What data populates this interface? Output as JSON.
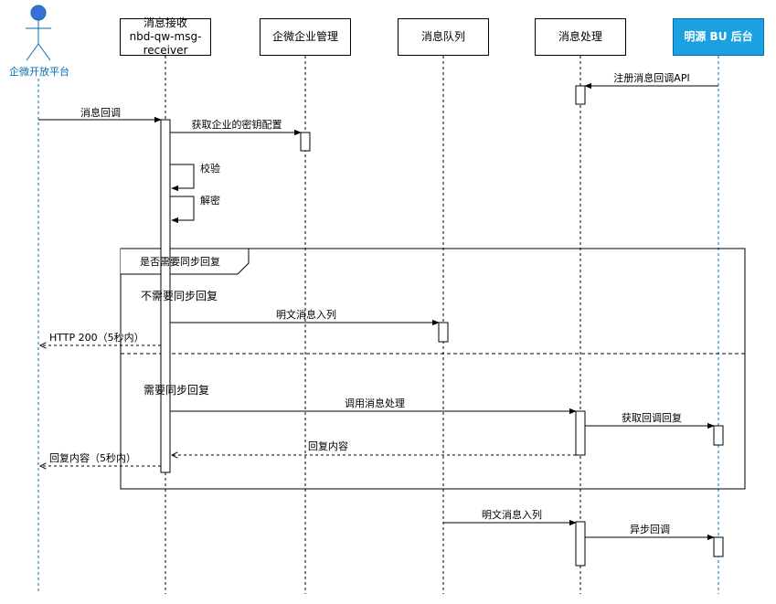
{
  "actor": {
    "label": "企微开放平台"
  },
  "participants": [
    {
      "id": "receiver",
      "lines": [
        "消息接收",
        "nbd-qw-msg-",
        "receiver"
      ]
    },
    {
      "id": "enterprise",
      "lines": [
        "企微企业管理"
      ]
    },
    {
      "id": "queue",
      "lines": [
        "消息队列"
      ]
    },
    {
      "id": "processor",
      "lines": [
        "消息处理"
      ]
    },
    {
      "id": "backend",
      "lines": [
        "明源 BU 后台"
      ]
    }
  ],
  "messages": {
    "register_callback": "注册消息回调API",
    "message_callback": "消息回调",
    "get_secret": "获取企业的密钥配置",
    "verify": "校验",
    "decrypt": "解密",
    "enqueue_plain_1": "明文消息入列",
    "http_200": "HTTP 200（5秒内）",
    "call_processor": "调用消息处理",
    "get_callback_reply": "获取回调回复",
    "reply_content": "回复内容",
    "reply_content_5s": "回复内容（5秒内）",
    "enqueue_plain_2": "明文消息入列",
    "async_callback": "异步回调"
  },
  "alt_fragment": {
    "title": "是否需要同步回复",
    "guard_no_sync": "不需要同步回复",
    "guard_sync": "需要同步回复"
  },
  "colors": {
    "lifeline": "#000000",
    "actor_line": "#006eaf",
    "actor_fill": "#3a6fd8",
    "highlight_fill": "#1ba1e2",
    "highlight_border": "#006eaf"
  }
}
